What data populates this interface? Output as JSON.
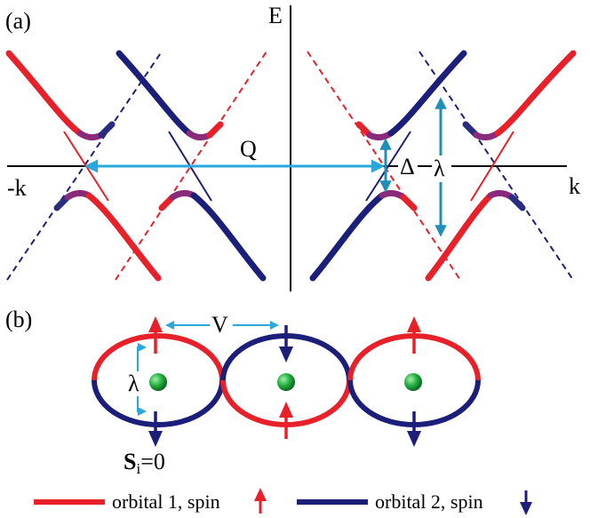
{
  "panel_a": {
    "label": "(a)",
    "axis_e": "E",
    "axis_k": "k",
    "axis_neg_k": "-k",
    "q_label": "Q",
    "delta_label": "Δ",
    "lambda_label": "λ"
  },
  "panel_b": {
    "label": "(b)",
    "v_label": "V",
    "lambda_label": "λ",
    "s_bold": "S",
    "s_sub": "i",
    "s_rest": "=0"
  },
  "legend": {
    "item1": "orbital 1, spin",
    "item2": "orbital 2, spin"
  },
  "colors": {
    "red": "#e8202a",
    "blue": "#1c1f7a",
    "cyan": "#2aa8de",
    "green": "#1fa040"
  }
}
